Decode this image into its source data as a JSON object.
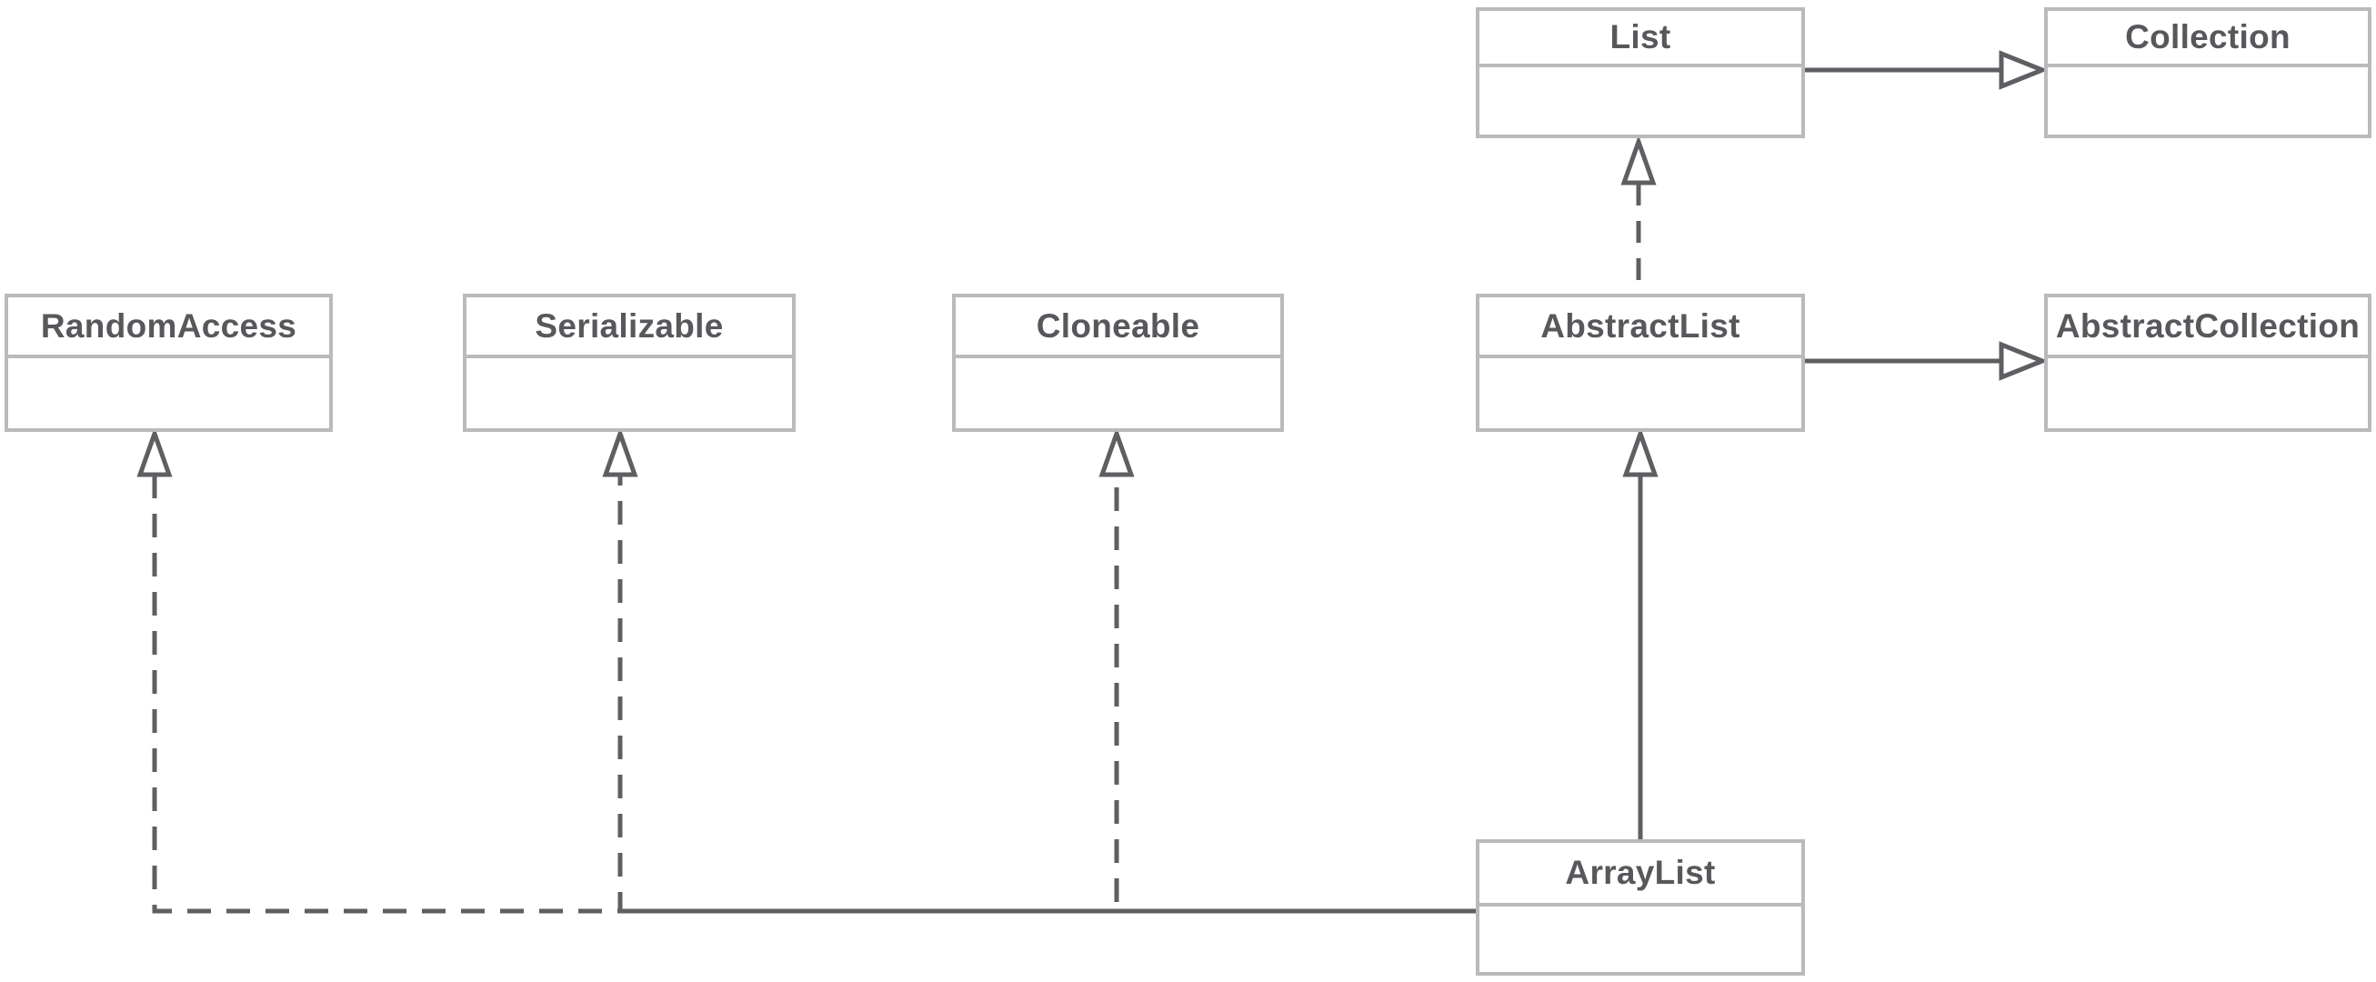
{
  "diagram": {
    "kind": "uml-class-diagram",
    "classes": {
      "list": {
        "name": "List"
      },
      "collection": {
        "name": "Collection"
      },
      "randomaccess": {
        "name": "RandomAccess"
      },
      "serializable": {
        "name": "Serializable"
      },
      "cloneable": {
        "name": "Cloneable"
      },
      "abstractlist": {
        "name": "AbstractList"
      },
      "abstractcollection": {
        "name": "AbstractCollection"
      },
      "arraylist": {
        "name": "ArrayList"
      }
    },
    "relationships": [
      {
        "from": "List",
        "to": "Collection",
        "line": "solid",
        "arrowhead": "hollow-triangle"
      },
      {
        "from": "AbstractList",
        "to": "List",
        "line": "dashed",
        "arrowhead": "hollow-triangle"
      },
      {
        "from": "AbstractList",
        "to": "AbstractCollection",
        "line": "solid",
        "arrowhead": "hollow-triangle"
      },
      {
        "from": "ArrayList",
        "to": "AbstractList",
        "line": "solid",
        "arrowhead": "hollow-triangle"
      },
      {
        "from": "ArrayList",
        "to": "RandomAccess",
        "line": "dashed",
        "arrowhead": "hollow-triangle"
      },
      {
        "from": "ArrayList",
        "to": "Serializable",
        "line": "dashed",
        "arrowhead": "hollow-triangle"
      },
      {
        "from": "ArrayList",
        "to": "Cloneable",
        "line": "dashed",
        "arrowhead": "hollow-triangle"
      }
    ],
    "colors": {
      "background": "#ffffff",
      "box_border": "#b8babc",
      "connector": "#5e5f62",
      "class_text": "#56585b"
    }
  }
}
